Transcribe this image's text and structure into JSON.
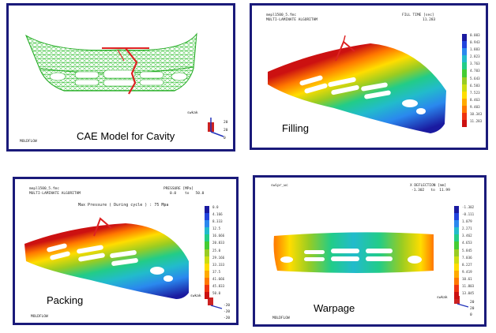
{
  "panels": {
    "cavity": {
      "caption": "CAE Model for Cavity",
      "brand": "MOLDFLOW",
      "axis_label": "swkak",
      "axis_values": [
        "20",
        "20",
        "0"
      ]
    },
    "filling": {
      "caption": "Filling",
      "file": "mepl1500_5.fmc",
      "algorithm": "MULTI-LAMINATE ALGORITHM",
      "result_title": "FILL TIME [sec]",
      "result_value": "11.283",
      "scale": [
        "0.003",
        "0.943",
        "1.883",
        "2.823",
        "3.763",
        "4.703",
        "5.643",
        "6.583",
        "7.523",
        "8.463",
        "9.403",
        "10.343",
        "11.283"
      ]
    },
    "packing": {
      "caption": "Packing",
      "file": "mepl1500_5.fmc",
      "algorithm": "MULTI-LAMINATE ALGORITHM",
      "result_title": "PRESSURE [MPa]",
      "result_range_from": "0.0",
      "result_range_to_word": "to",
      "result_range_to": "50.0",
      "max_note": "Max Pressure    ( During cycle ) : 75 Mpa",
      "scale": [
        "0.0",
        "4.166",
        "8.333",
        "12.5",
        "16.666",
        "20.833",
        "25.0",
        "29.166",
        "33.333",
        "37.5",
        "41.666",
        "45.833",
        "50.0"
      ],
      "axis_label": "swkak",
      "axis_values": [
        "-20",
        "-20",
        "-20"
      ],
      "brand": "MOLDFLOW"
    },
    "warpage": {
      "caption": "Warpage",
      "file": "swipr_wc",
      "result_title": "X DEFLECTION [mm]",
      "result_range_from": "-1.302",
      "result_range_to_word": "to",
      "result_range_to": "11.99",
      "scale": [
        "-1.302",
        "-0.111",
        "1.079",
        "2.271",
        "3.462",
        "4.653",
        "5.845",
        "7.036",
        "8.227",
        "9.419",
        "10.61",
        "11.803",
        "13.045"
      ],
      "axis_label": "swkak",
      "axis_values": [
        "20",
        "20",
        "0"
      ],
      "brand": "MOLDFLOW"
    }
  },
  "colors": {
    "frame": "#1a1a7a",
    "mesh": "#22bb22",
    "gate": "#dd2222",
    "scale": [
      "#1a1aa0",
      "#2244dd",
      "#2a88ee",
      "#22bbcc",
      "#22cc88",
      "#44cc33",
      "#99cc22",
      "#ccdd11",
      "#ffdd00",
      "#ffaa00",
      "#ff7700",
      "#ee3311",
      "#cc1111"
    ]
  }
}
